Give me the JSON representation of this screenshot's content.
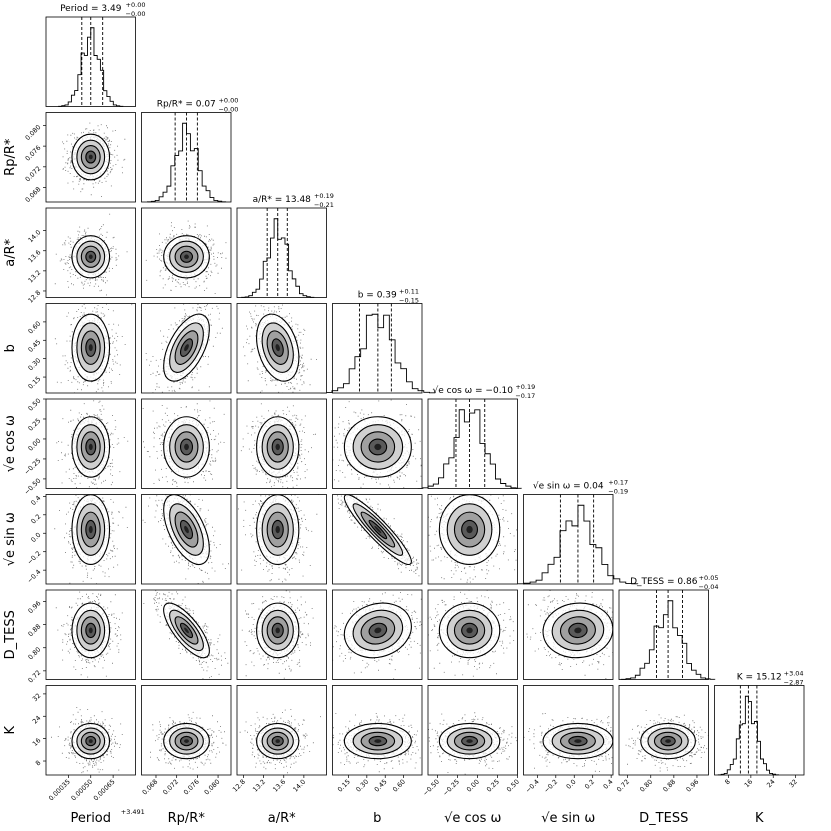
{
  "chart_data": {
    "type": "corner",
    "parameters": [
      {
        "label": "Period",
        "title": "Period = 3.49",
        "title_sup": "+0.00",
        "title_sub": "−0.00",
        "range": [
          0.0002,
          0.0008
        ],
        "ticks": [
          0.00035,
          0.0005,
          0.00065
        ],
        "tick_labels": [
          "0.00035",
          "0.00050",
          "0.00065"
        ],
        "offset_label": "+3.491",
        "quantiles": [
          0.00044,
          0.0005,
          0.00058
        ],
        "median": 0.0005,
        "sigma": 6e-05
      },
      {
        "label": "Rp/R*",
        "title": "Rp/R* = 0.07",
        "title_sup": "+0.00",
        "title_sub": "−0.00",
        "range": [
          0.0652,
          0.0825
        ],
        "ticks": [
          0.068,
          0.072,
          0.076,
          0.08
        ],
        "tick_labels": [
          "0.068",
          "0.072",
          "0.076",
          "0.080"
        ],
        "quantiles": [
          0.0717,
          0.0739,
          0.076
        ],
        "median": 0.0739,
        "sigma": 0.0021
      },
      {
        "label": "a/R*",
        "title": "a/R* = 13.48",
        "title_sup": "+0.19",
        "title_sub": "−0.21",
        "range": [
          12.67,
          14.45
        ],
        "ticks": [
          12.8,
          13.2,
          13.6,
          14.0
        ],
        "tick_labels": [
          "12.8",
          "13.2",
          "13.6",
          "14.0"
        ],
        "quantiles": [
          13.27,
          13.48,
          13.67
        ],
        "median": 13.48,
        "sigma": 0.2
      },
      {
        "label": "b",
        "title": "b = 0.39",
        "title_sup": "+0.11",
        "title_sub": "−0.15",
        "range": [
          0.02,
          0.75
        ],
        "ticks": [
          0.15,
          0.3,
          0.45,
          0.6
        ],
        "tick_labels": [
          "0.15",
          "0.30",
          "0.45",
          "0.60"
        ],
        "quantiles": [
          0.24,
          0.39,
          0.5
        ],
        "median": 0.39,
        "sigma": 0.13
      },
      {
        "label": "√e cos ω",
        "title": "√e cos ω = −0.10",
        "title_sup": "+0.19",
        "title_sub": "−0.17",
        "range": [
          -0.62,
          0.5
        ],
        "ticks": [
          -0.5,
          -0.25,
          0.0,
          0.25,
          0.5
        ],
        "tick_labels": [
          "−0.50",
          "−0.25",
          "0.00",
          "0.25",
          "0.50"
        ],
        "quantiles": [
          -0.27,
          -0.1,
          0.09
        ],
        "median": -0.1,
        "sigma": 0.18
      },
      {
        "label": "√e sin ω",
        "title": "√e sin ω = 0.04",
        "title_sup": "+0.17",
        "title_sub": "−0.19",
        "range": [
          -0.55,
          0.42
        ],
        "ticks": [
          -0.4,
          -0.2,
          0.0,
          0.2,
          0.4
        ],
        "tick_labels": [
          "−0.4",
          "−0.2",
          "0.0",
          "0.2",
          "0.4"
        ],
        "quantiles": [
          -0.15,
          0.04,
          0.21
        ],
        "median": 0.04,
        "sigma": 0.18
      },
      {
        "label": "D_TESS",
        "title": "D_TESS = 0.86",
        "title_sup": "+0.05",
        "title_sub": "−0.04",
        "range": [
          0.69,
          1.0
        ],
        "ticks": [
          0.72,
          0.8,
          0.88,
          0.96
        ],
        "tick_labels": [
          "0.72",
          "0.80",
          "0.88",
          "0.96"
        ],
        "quantiles": [
          0.82,
          0.86,
          0.91
        ],
        "median": 0.86,
        "sigma": 0.045
      },
      {
        "label": "K",
        "title": "K = 15.12",
        "title_sup": "+3.04",
        "title_sub": "−2.87",
        "range": [
          3,
          35
        ],
        "ticks": [
          8,
          16,
          24,
          32
        ],
        "tick_labels": [
          "8",
          "16",
          "24",
          "32"
        ],
        "quantiles": [
          12.25,
          15.12,
          18.16
        ],
        "median": 15.12,
        "sigma": 3.0
      }
    ],
    "correlations": {
      "1-3": 0.55,
      "1-5": -0.55,
      "1-6": -0.75,
      "3-5": -0.92,
      "3-6": 0.15,
      "2-3": -0.3,
      "5-6": 0.05
    },
    "axis_labels": [
      "Period",
      "Rp/R*",
      "a/R*",
      "b",
      "√e cos ω",
      "√e sin ω",
      "D_TESS",
      "K"
    ]
  }
}
